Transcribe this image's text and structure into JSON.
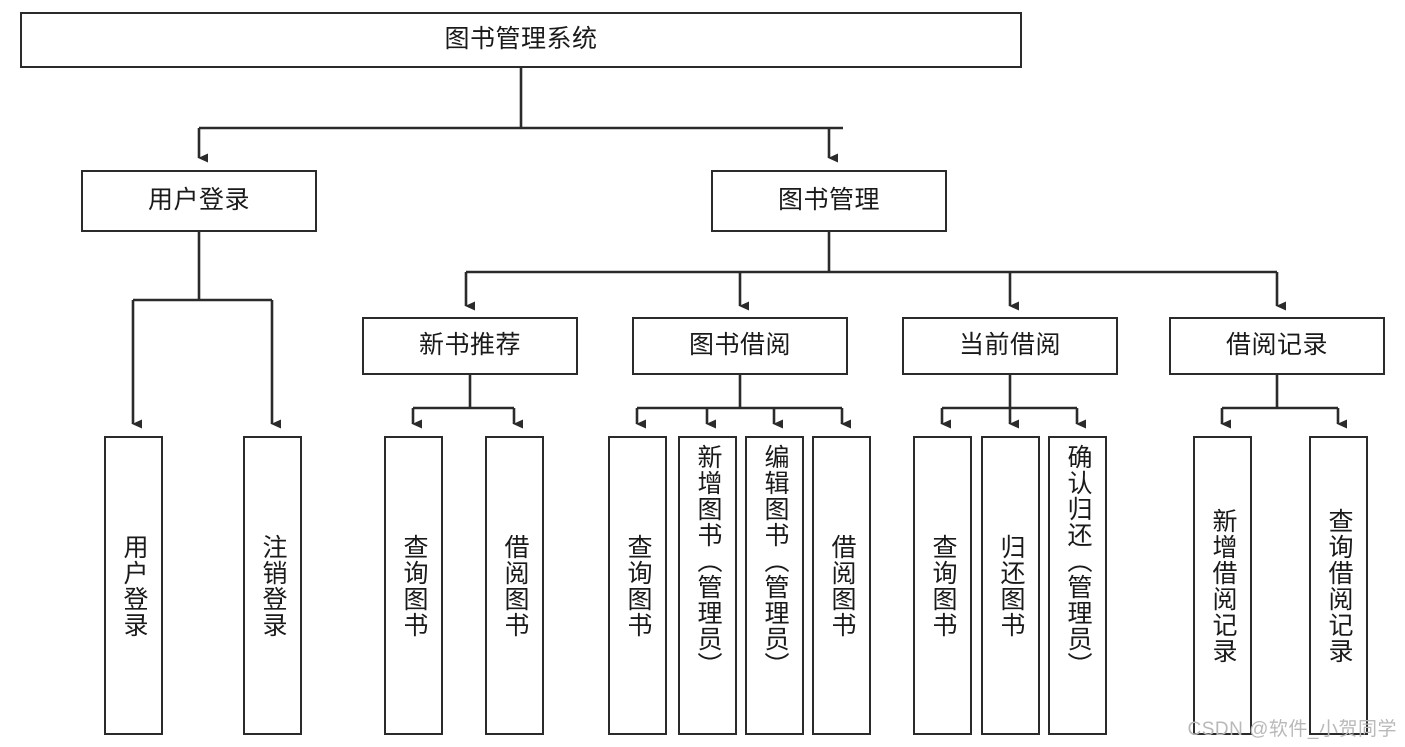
{
  "diagram": {
    "title": "图书管理系统",
    "type": "tree",
    "watermark": "CSDN @软件_小贺同学",
    "colors": {
      "box_border": "#2b2b2b",
      "box_fill": "#ffffff",
      "connector": "#2b2b2b",
      "text": "#1a1a1a",
      "watermark": "#b9b9b9",
      "background": "#ffffff"
    },
    "root": {
      "label": "图书管理系统"
    },
    "level2": [
      {
        "label": "用户登录"
      },
      {
        "label": "图书管理"
      }
    ],
    "level3": [
      {
        "label": "新书推荐"
      },
      {
        "label": "图书借阅"
      },
      {
        "label": "当前借阅"
      },
      {
        "label": "借阅记录"
      }
    ],
    "leaves": {
      "user_login": [
        {
          "label": "用户登录"
        },
        {
          "label": "注销登录"
        }
      ],
      "new_book_recommend": [
        {
          "label": "查询图书"
        },
        {
          "label": "借阅图书"
        }
      ],
      "book_borrow": [
        {
          "label": "查询图书"
        },
        {
          "label": "新增图书（管理员）"
        },
        {
          "label": "编辑图书（管理员）"
        },
        {
          "label": "借阅图书"
        }
      ],
      "current_borrow": [
        {
          "label": "查询图书"
        },
        {
          "label": "归还图书"
        },
        {
          "label": "确认归还（管理员）"
        }
      ],
      "borrow_records": [
        {
          "label": "新增借阅记录"
        },
        {
          "label": "查询借阅记录"
        }
      ]
    }
  }
}
